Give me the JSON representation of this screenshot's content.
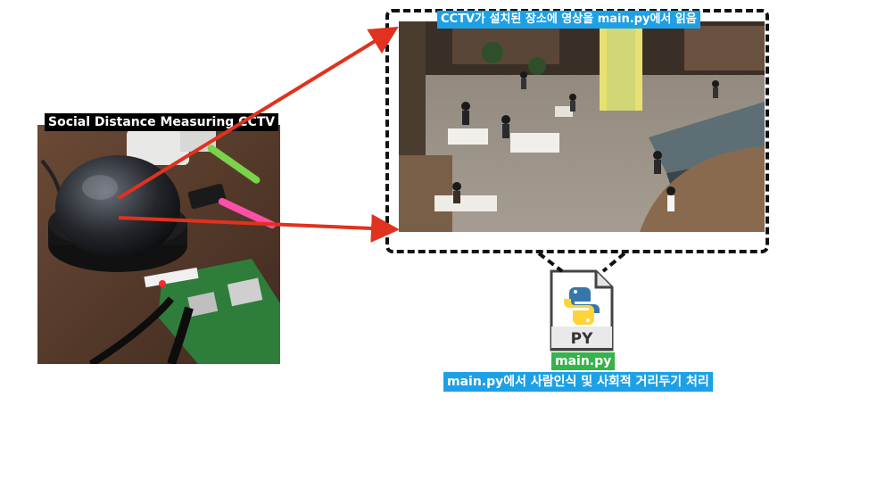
{
  "camera": {
    "title": "Social Distance Measuring CCTV"
  },
  "scene": {
    "caption": "CCTV가 설치된 장소에 영상을 main.py에서 읽음"
  },
  "python_file": {
    "icon_text": "PY",
    "label": "main.py"
  },
  "process": {
    "caption": "main.py에서 사람인식 및 사회적 거리두기 처리"
  },
  "colors": {
    "arrow": "#e0321e",
    "caption_bg": "#1ea0e6",
    "file_label_bg": "#36b34a"
  }
}
